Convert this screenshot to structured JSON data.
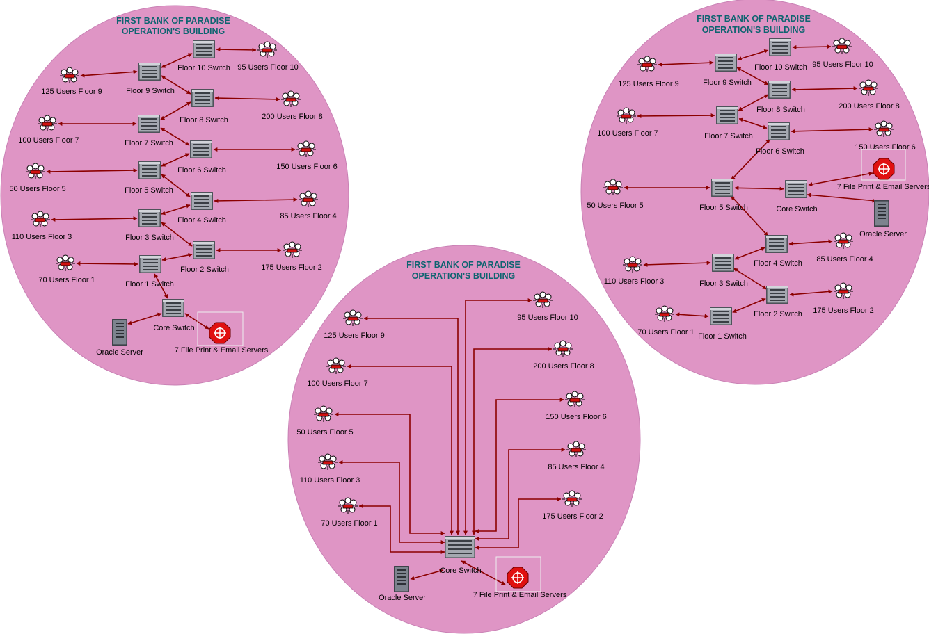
{
  "colors": {
    "circle_fill": "#df95c5",
    "title_text": "#0e6470",
    "link": "#8b0000",
    "router": "#e01010",
    "switch_body": "#9a9ea6",
    "server_body": "#6d7380"
  },
  "legend_icons": {
    "switch": "switch-icon",
    "users": "user-group-icon",
    "server": "oracle-server-icon",
    "router": "router-icon"
  },
  "diagrams": [
    {
      "id": "left",
      "title_line1": "FIRST BANK OF PARADISE",
      "title_line2": "OPERATION'S BUILDING",
      "switches": [
        {
          "label": "Floor 10 Switch"
        },
        {
          "label": "Floor 9 Switch"
        },
        {
          "label": "Floor 8 Switch"
        },
        {
          "label": "Floor 7 Switch"
        },
        {
          "label": "Floor 6 Switch"
        },
        {
          "label": "Floor 5 Switch"
        },
        {
          "label": "Floor 4 Switch"
        },
        {
          "label": "Floor 3 Switch"
        },
        {
          "label": "Floor 2 Switch"
        },
        {
          "label": "Floor 1 Switch"
        },
        {
          "label": "Core Switch"
        }
      ],
      "user_groups": [
        {
          "label": "95 Users Floor 10"
        },
        {
          "label": "125 Users Floor 9"
        },
        {
          "label": "200 Users Floor 8"
        },
        {
          "label": "100 Users Floor 7"
        },
        {
          "label": "150 Users Floor 6"
        },
        {
          "label": "50 Users Floor 5"
        },
        {
          "label": "85 Users Floor 4"
        },
        {
          "label": "110 Users Floor 3"
        },
        {
          "label": "175 Users Floor 2"
        },
        {
          "label": "70 Users Floor 1"
        }
      ],
      "server_label": "Oracle Server",
      "router_label": "7 File Print & Email Servers"
    },
    {
      "id": "center",
      "title_line1": "FIRST BANK OF PARADISE",
      "title_line2": "OPERATION'S BUILDING",
      "switches": [
        {
          "label": "Core Switch"
        }
      ],
      "user_groups": [
        {
          "label": "125 Users Floor 9"
        },
        {
          "label": "100 Users Floor 7"
        },
        {
          "label": "50 Users Floor 5"
        },
        {
          "label": "110 Users Floor 3"
        },
        {
          "label": "70 Users Floor 1"
        },
        {
          "label": "95 Users Floor 10"
        },
        {
          "label": "200 Users Floor 8"
        },
        {
          "label": "150 Users Floor 6"
        },
        {
          "label": "85 Users Floor 4"
        },
        {
          "label": "175 Users Floor 2"
        }
      ],
      "server_label": "Oracle Server",
      "router_label": "7 File Print & Email Servers"
    },
    {
      "id": "right",
      "title_line1": "FIRST BANK OF PARADISE",
      "title_line2": "OPERATION'S BUILDING",
      "switches": [
        {
          "label": "Floor 10 Switch"
        },
        {
          "label": "Floor 9 Switch"
        },
        {
          "label": "Floor 8 Switch"
        },
        {
          "label": "Floor 7 Switch"
        },
        {
          "label": "Floor 6 Switch"
        },
        {
          "label": "Floor 5 Switch"
        },
        {
          "label": "Core Switch"
        },
        {
          "label": "Floor 4 Switch"
        },
        {
          "label": "Floor 3 Switch"
        },
        {
          "label": "Floor 2 Switch"
        },
        {
          "label": "Floor 1 Switch"
        }
      ],
      "user_groups": [
        {
          "label": "95 Users Floor 10"
        },
        {
          "label": "125 Users Floor 9"
        },
        {
          "label": "200 Users Floor 8"
        },
        {
          "label": "100 Users Floor 7"
        },
        {
          "label": "150 Users Floor 6"
        },
        {
          "label": "50 Users Floor 5"
        },
        {
          "label": "85 Users Floor 4"
        },
        {
          "label": "110 Users Floor 3"
        },
        {
          "label": "175 Users Floor 2"
        },
        {
          "label": "70 Users Floor 1"
        }
      ],
      "server_label": "Oracle Server",
      "router_label": "7 File Print & Email Servers"
    }
  ]
}
